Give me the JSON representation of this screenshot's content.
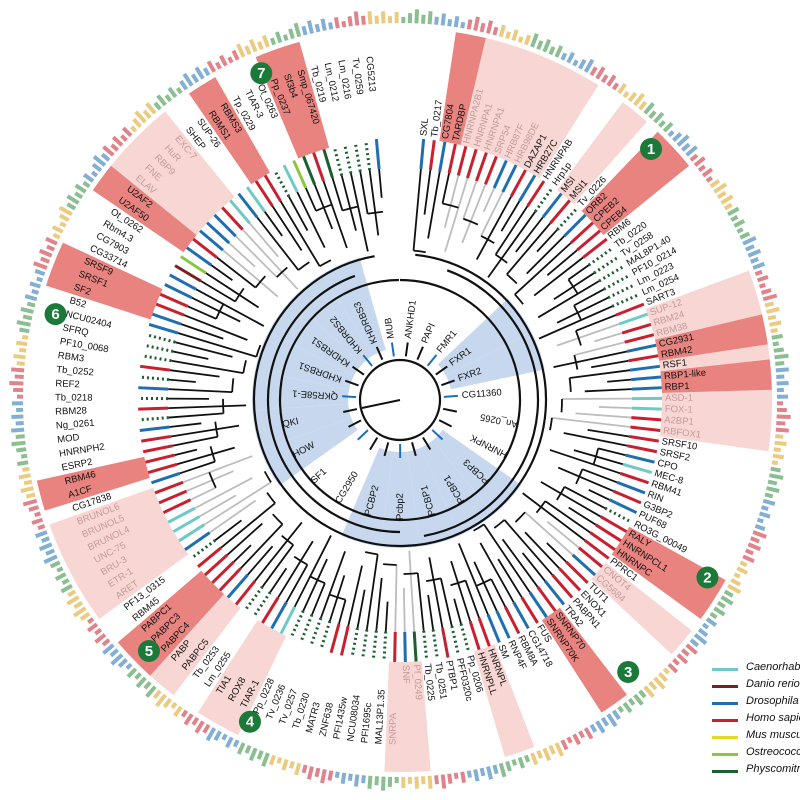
{
  "figure": {
    "species": [
      {
        "name": "Caenorhabditis elegans",
        "color": "#6ec9c7"
      },
      {
        "name": "Danio rerio",
        "color": "#7a1f1f"
      },
      {
        "name": "Drosophila melanogaster",
        "color": "#1f6fb0"
      },
      {
        "name": "Homo sapiens",
        "color": "#c8202e"
      },
      {
        "name": "Mus musculus",
        "color": "#e6d82a"
      },
      {
        "name": "Ostreococcus tauri",
        "color": "#8cc63f"
      },
      {
        "name": "Physcomitrella patens",
        "color": "#1b5e2f"
      }
    ],
    "colors": {
      "highlight_strong": "#e9837f",
      "highlight_light": "#f8d6d3",
      "motif_band": "#c7d8ee",
      "clade_badge": "#1b7a3a",
      "branch": "#111111",
      "faded_label": "#c49a9a",
      "gray_branch": "#bdbdbd"
    },
    "clades": [
      {
        "id": "1",
        "label": "1"
      },
      {
        "id": "2",
        "label": "2"
      },
      {
        "id": "3",
        "label": "3"
      },
      {
        "id": "4",
        "label": "4"
      },
      {
        "id": "5",
        "label": "5"
      },
      {
        "id": "6",
        "label": "6"
      },
      {
        "id": "7",
        "label": "7"
      }
    ],
    "genes": [
      {
        "name": "SXL",
        "species": 2,
        "style": "normal"
      },
      {
        "name": "Tb_0217",
        "species": 3,
        "style": "normal"
      },
      {
        "name": "CG7804",
        "species": 2,
        "style": "strong"
      },
      {
        "name": "TARDBP",
        "species": 3,
        "style": "strong"
      },
      {
        "name": "HNRNPA2B1",
        "species": 3,
        "style": "faded"
      },
      {
        "name": "HNRNPA1",
        "species": 3,
        "style": "faded"
      },
      {
        "name": "HNRNPA1",
        "species": 3,
        "style": "faded"
      },
      {
        "name": "SRP54",
        "species": 3,
        "style": "faded"
      },
      {
        "name": "HRB87F",
        "species": 2,
        "style": "faded"
      },
      {
        "name": "HRB98DE",
        "species": 2,
        "style": "faded"
      },
      {
        "name": "DAZAP1",
        "species": 3,
        "style": "light"
      },
      {
        "name": "HRB27C",
        "species": 2,
        "style": "light"
      },
      {
        "name": "HNRNPAB",
        "species": 3,
        "style": "normal"
      },
      {
        "name": "Hrp1p",
        "species": 6,
        "style": "normal"
      },
      {
        "name": "MSI",
        "species": 2,
        "style": "light"
      },
      {
        "name": "MSI1",
        "species": 3,
        "style": "light"
      },
      {
        "name": "Tv_0226",
        "species": 6,
        "style": "normal"
      },
      {
        "name": "ORB2",
        "species": 2,
        "style": "strong"
      },
      {
        "name": "CPEB2",
        "species": 3,
        "style": "strong"
      },
      {
        "name": "CPEB4",
        "species": 3,
        "style": "strong"
      },
      {
        "name": "RBM6",
        "species": 3,
        "style": "normal"
      },
      {
        "name": "Tb_0220",
        "species": 6,
        "style": "normal"
      },
      {
        "name": "Tv_0258",
        "species": 6,
        "style": "normal"
      },
      {
        "name": "MAL8P1.40",
        "species": 6,
        "style": "normal"
      },
      {
        "name": "PF10_0214",
        "species": 6,
        "style": "normal"
      },
      {
        "name": "Lm_0223",
        "species": 6,
        "style": "normal"
      },
      {
        "name": "Lm_0254",
        "species": 6,
        "style": "normal"
      },
      {
        "name": "SART3",
        "species": 3,
        "style": "normal"
      },
      {
        "name": "SUP-12",
        "species": 0,
        "style": "faded"
      },
      {
        "name": "RBM24",
        "species": 3,
        "style": "faded"
      },
      {
        "name": "RBM38",
        "species": 3,
        "style": "faded"
      },
      {
        "name": "CG2931",
        "species": 2,
        "style": "strong"
      },
      {
        "name": "RBM42",
        "species": 3,
        "style": "strong"
      },
      {
        "name": "RSF1",
        "species": 2,
        "style": "light"
      },
      {
        "name": "RBP1-like",
        "species": 2,
        "style": "strong"
      },
      {
        "name": "RBP1",
        "species": 2,
        "style": "strong"
      },
      {
        "name": "ASD-1",
        "species": 0,
        "style": "faded"
      },
      {
        "name": "FOX-1",
        "species": 0,
        "style": "faded"
      },
      {
        "name": "A2BP1",
        "species": 3,
        "style": "faded"
      },
      {
        "name": "RBFOX1",
        "species": 3,
        "style": "faded"
      },
      {
        "name": "SRSF10",
        "species": 3,
        "style": "normal"
      },
      {
        "name": "SRSF2",
        "species": 3,
        "style": "normal"
      },
      {
        "name": "CPO",
        "species": 2,
        "style": "normal"
      },
      {
        "name": "MEC-8",
        "species": 0,
        "style": "normal"
      },
      {
        "name": "RBM41",
        "species": 3,
        "style": "normal"
      },
      {
        "name": "RIN",
        "species": 2,
        "style": "normal"
      },
      {
        "name": "G3BP2",
        "species": 3,
        "style": "normal"
      },
      {
        "name": "PUF68",
        "species": 2,
        "style": "normal"
      },
      {
        "name": "RO3G_00049",
        "species": 6,
        "style": "normal"
      },
      {
        "name": "RALY",
        "species": 3,
        "style": "strong"
      },
      {
        "name": "HNRNPCL1",
        "species": 3,
        "style": "strong"
      },
      {
        "name": "HNRNPC",
        "species": 3,
        "style": "strong"
      },
      {
        "name": "PPRC1",
        "species": 3,
        "style": "normal"
      },
      {
        "name": "CNOT4",
        "species": 3,
        "style": "faded"
      },
      {
        "name": "CG5684",
        "species": 2,
        "style": "faded"
      },
      {
        "name": "TUT1",
        "species": 3,
        "style": "normal"
      },
      {
        "name": "ENOX1",
        "species": 3,
        "style": "normal"
      },
      {
        "name": "PABPN1",
        "species": 3,
        "style": "normal"
      },
      {
        "name": "TRA2",
        "species": 2,
        "style": "normal"
      },
      {
        "name": "SNRNP70",
        "species": 3,
        "style": "strong"
      },
      {
        "name": "SNRNP70K",
        "species": 2,
        "style": "strong"
      },
      {
        "name": "FUS",
        "species": 3,
        "style": "normal"
      },
      {
        "name": "CG14718",
        "species": 2,
        "style": "normal"
      },
      {
        "name": "RBM8A",
        "species": 3,
        "style": "normal"
      },
      {
        "name": "RNP4F",
        "species": 2,
        "style": "normal"
      },
      {
        "name": "SM",
        "species": 2,
        "style": "normal"
      },
      {
        "name": "HNRNPL",
        "species": 3,
        "style": "light"
      },
      {
        "name": "HNRNPLL",
        "species": 3,
        "style": "light"
      },
      {
        "name": "Pp_0206",
        "species": 6,
        "style": "normal"
      },
      {
        "name": "PFF0320c",
        "species": 6,
        "style": "normal"
      },
      {
        "name": "PTBP1",
        "species": 3,
        "style": "normal"
      },
      {
        "name": "Tb_0251",
        "species": 6,
        "style": "normal"
      },
      {
        "name": "Tb_0225",
        "species": 6,
        "style": "normal"
      },
      {
        "name": "Pf_0249",
        "species": 6,
        "style": "faded"
      },
      {
        "name": "SNF",
        "species": 2,
        "style": "faded"
      },
      {
        "name": "SNRPA",
        "species": 3,
        "style": "faded"
      },
      {
        "name": "MAL13P1.35",
        "species": 6,
        "style": "normal"
      },
      {
        "name": "PFI1695c",
        "species": 6,
        "style": "normal"
      },
      {
        "name": "NCU08034",
        "species": 6,
        "style": "normal"
      },
      {
        "name": "PFI1435w",
        "species": 6,
        "style": "normal"
      },
      {
        "name": "ZNF638",
        "species": 3,
        "style": "normal"
      },
      {
        "name": "MATR3",
        "species": 3,
        "style": "normal"
      },
      {
        "name": "Tb_0230",
        "species": 6,
        "style": "normal"
      },
      {
        "name": "Tv_0257",
        "species": 6,
        "style": "normal"
      },
      {
        "name": "Tv_0236",
        "species": 6,
        "style": "normal"
      },
      {
        "name": "Pp_0228",
        "species": 6,
        "style": "normal"
      },
      {
        "name": "TIAR-1",
        "species": 0,
        "style": "light"
      },
      {
        "name": "ROX8",
        "species": 2,
        "style": "light"
      },
      {
        "name": "TIA1",
        "species": 3,
        "style": "light"
      },
      {
        "name": "Lm_0255",
        "species": 6,
        "style": "normal"
      },
      {
        "name": "Tb_0253",
        "species": 6,
        "style": "normal"
      },
      {
        "name": "PABPC5",
        "species": 3,
        "style": "light"
      },
      {
        "name": "PABP",
        "species": 2,
        "style": "light"
      },
      {
        "name": "PABPC4",
        "species": 3,
        "style": "strong"
      },
      {
        "name": "PABPC3",
        "species": 3,
        "style": "strong"
      },
      {
        "name": "PABPC1",
        "species": 3,
        "style": "strong"
      },
      {
        "name": "RBM45",
        "species": 3,
        "style": "normal"
      },
      {
        "name": "PF13_0315",
        "species": 6,
        "style": "normal"
      },
      {
        "name": "ARET",
        "species": 2,
        "style": "faded"
      },
      {
        "name": "ETR-1",
        "species": 0,
        "style": "faded"
      },
      {
        "name": "BRU-3",
        "species": 0,
        "style": "faded"
      },
      {
        "name": "UNC-75",
        "species": 0,
        "style": "faded"
      },
      {
        "name": "BRUNOL4",
        "species": 3,
        "style": "faded"
      },
      {
        "name": "BRUNOL5",
        "species": 3,
        "style": "faded"
      },
      {
        "name": "BRUNOL6",
        "species": 3,
        "style": "faded"
      },
      {
        "name": "CG17838",
        "species": 2,
        "style": "normal"
      },
      {
        "name": "A1CF",
        "species": 3,
        "style": "strong"
      },
      {
        "name": "RBM46",
        "species": 3,
        "style": "strong"
      },
      {
        "name": "ESRP2",
        "species": 3,
        "style": "normal"
      },
      {
        "name": "HNRNPH2",
        "species": 3,
        "style": "normal"
      },
      {
        "name": "MOD",
        "species": 2,
        "style": "normal"
      },
      {
        "name": "Ng_0261",
        "species": 6,
        "style": "normal"
      },
      {
        "name": "RBM28",
        "species": 3,
        "style": "normal"
      },
      {
        "name": "Tb_0218",
        "species": 6,
        "style": "normal"
      },
      {
        "name": "REF2",
        "species": 2,
        "style": "normal"
      },
      {
        "name": "Tb_0252",
        "species": 6,
        "style": "normal"
      },
      {
        "name": "RBM3",
        "species": 3,
        "style": "normal"
      },
      {
        "name": "PF10_0068",
        "species": 6,
        "style": "normal"
      },
      {
        "name": "SFRQ",
        "species": 6,
        "style": "normal"
      },
      {
        "name": "NCU02404",
        "species": 6,
        "style": "normal"
      },
      {
        "name": "B52",
        "species": 2,
        "style": "normal"
      },
      {
        "name": "SF2",
        "species": 2,
        "style": "strong"
      },
      {
        "name": "SRSF1",
        "species": 3,
        "style": "strong"
      },
      {
        "name": "SRSF9",
        "species": 3,
        "style": "strong"
      },
      {
        "name": "CG33714",
        "species": 2,
        "style": "normal"
      },
      {
        "name": "CG7903",
        "species": 2,
        "style": "normal"
      },
      {
        "name": "Rbm4.3",
        "species": 1,
        "style": "normal"
      },
      {
        "name": "Ot_0262",
        "species": 5,
        "style": "normal"
      },
      {
        "name": "U2AF50",
        "species": 2,
        "style": "strong"
      },
      {
        "name": "U2AF2",
        "species": 3,
        "style": "strong"
      },
      {
        "name": "ELAV",
        "species": 2,
        "style": "faded"
      },
      {
        "name": "FNE",
        "species": 2,
        "style": "faded"
      },
      {
        "name": "RBP9",
        "species": 2,
        "style": "faded"
      },
      {
        "name": "HuR",
        "species": 3,
        "style": "faded"
      },
      {
        "name": "EXC-7",
        "species": 0,
        "style": "faded"
      },
      {
        "name": "SHEP",
        "species": 2,
        "style": "normal"
      },
      {
        "name": "SUP-26",
        "species": 0,
        "style": "normal"
      },
      {
        "name": "RBMS1",
        "species": 3,
        "style": "strong"
      },
      {
        "name": "RBMS3",
        "species": 3,
        "style": "strong"
      },
      {
        "name": "Tp_0229",
        "species": 6,
        "style": "normal"
      },
      {
        "name": "TIAR-3",
        "species": 0,
        "style": "normal"
      },
      {
        "name": "Ot_0263",
        "species": 5,
        "style": "normal"
      },
      {
        "name": "Pp_0237",
        "species": 6,
        "style": "strong"
      },
      {
        "name": "Sf3b4",
        "species": 3,
        "style": "strong"
      },
      {
        "name": "Smp_067420",
        "species": 6,
        "style": "strong"
      },
      {
        "name": "Tb_0219",
        "species": 6,
        "style": "normal"
      },
      {
        "name": "Lm_0212",
        "species": 6,
        "style": "normal"
      },
      {
        "name": "Lm_0216",
        "species": 6,
        "style": "normal"
      },
      {
        "name": "Tv_0259",
        "species": 6,
        "style": "normal"
      },
      {
        "name": "CG5213",
        "species": 2,
        "style": "normal"
      }
    ],
    "inner_motifs": [
      {
        "name": "MUB",
        "band": false
      },
      {
        "name": "ANKHD1",
        "band": false
      },
      {
        "name": "PAPI",
        "band": false
      },
      {
        "name": "FMR1",
        "band": false
      },
      {
        "name": "FXR1",
        "band": true
      },
      {
        "name": "FXR2",
        "band": true
      },
      {
        "name": "CG11360",
        "band": false
      },
      {
        "name": "An_0265",
        "band": false
      },
      {
        "name": "HNRNPK",
        "band": false
      },
      {
        "name": "PCBP3",
        "band": true
      },
      {
        "name": "PCBP1",
        "band": true
      },
      {
        "name": "PCBP1",
        "band": true
      },
      {
        "name": "Pcbp2",
        "band": true
      },
      {
        "name": "PCBP2",
        "band": true
      },
      {
        "name": "CG2950",
        "band": false
      },
      {
        "name": "SF1",
        "band": false
      },
      {
        "name": "HOW",
        "band": true
      },
      {
        "name": "QKI",
        "band": true
      },
      {
        "name": "QKR58E-1",
        "band": true
      },
      {
        "name": "KHDRBS1",
        "band": true
      },
      {
        "name": "KHDRBS1",
        "band": true
      },
      {
        "name": "KHDRBS2",
        "band": true
      },
      {
        "name": "KHDRBS3",
        "band": true
      }
    ]
  }
}
